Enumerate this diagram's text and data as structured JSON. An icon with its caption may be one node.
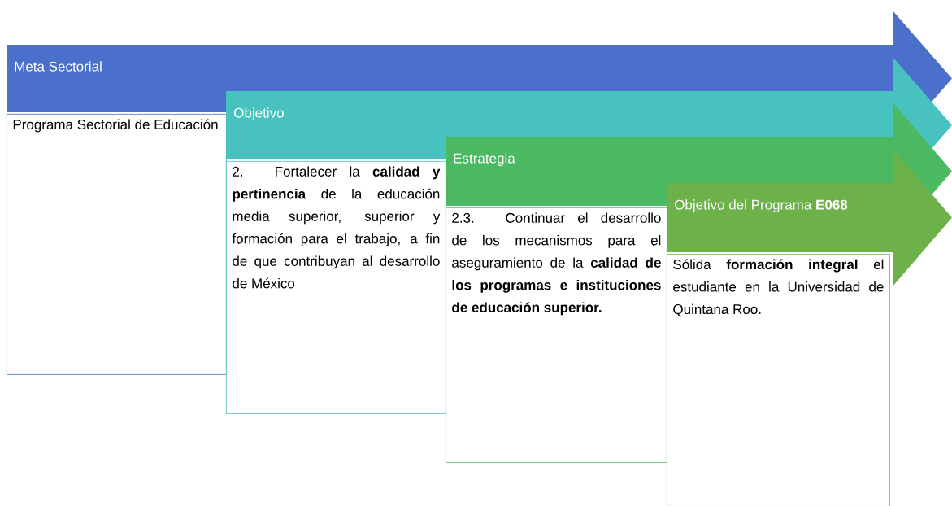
{
  "diagram": {
    "nodes": [
      {
        "text": [
          "Meta Sectorial"
        ]
      },
      {
        "text": [
          "Programa Sectorial de Educación"
        ]
      },
      {
        "text": [
          "Objetivo"
        ]
      },
      {
        "text": [
          "2. Fortalecer la **calidad y pertinencia** de la educación media superior, superior y formación para el trabajo, a fin de que contribuyan al desarrollo de México"
        ]
      },
      {
        "text": [
          "Estrategia"
        ]
      },
      {
        "text": [
          "2.3. Continuar el desarrollo de los mecanismos para el aseguramiento de la **calidad de los programas e instituciones de educación superior.**"
        ]
      },
      {
        "text": [
          "Objetivo del Programa **E068**"
        ]
      },
      {
        "text": [
          "Sólida **formación integral** el estudiante en la Universidad de Quintana Roo."
        ]
      }
    ]
  }
}
